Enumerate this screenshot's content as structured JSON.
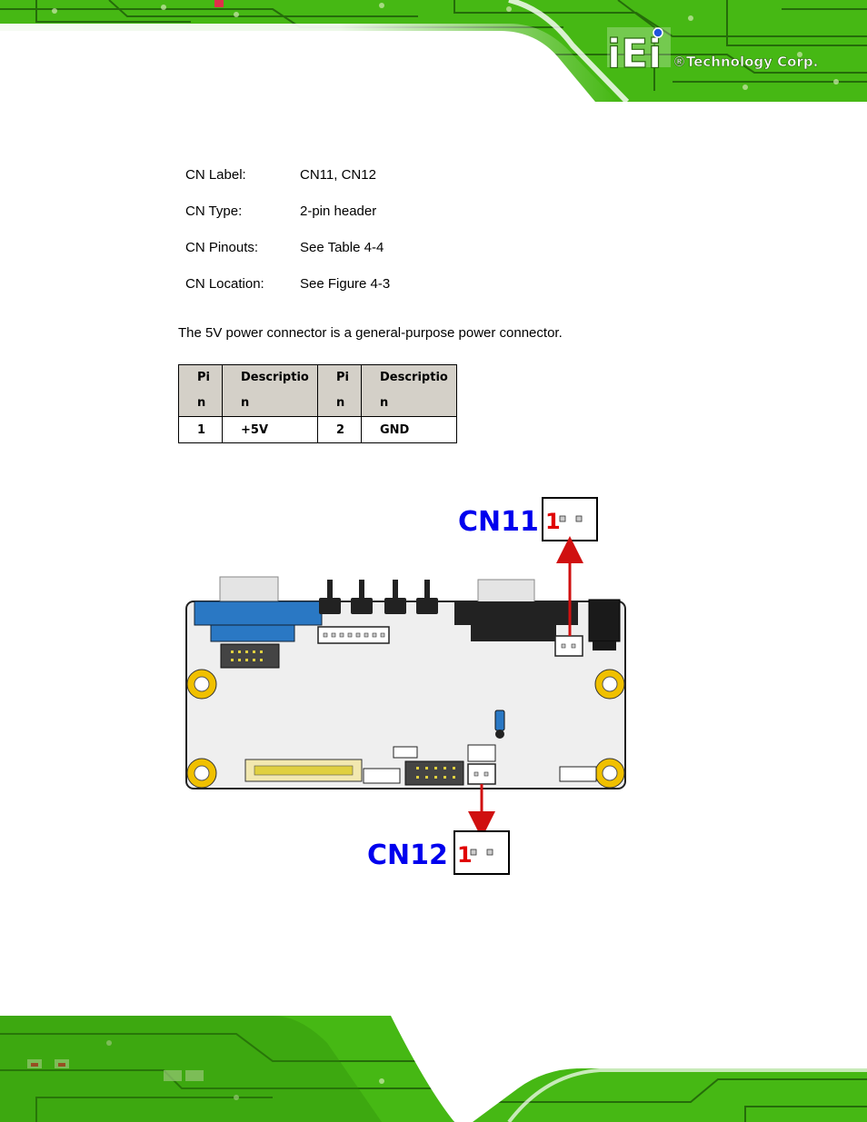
{
  "header": {
    "brand_mark": "iEi",
    "brand_text": "®Technology Corp."
  },
  "specs": [
    {
      "label": "CN Label:",
      "value": "CN11, CN12"
    },
    {
      "label": "CN Type:",
      "value": "2-pin header"
    },
    {
      "label": "CN Pinouts:",
      "value": "See Table 4-4"
    },
    {
      "label": "CN Location:",
      "value": "See Figure 4-3"
    }
  ],
  "intro": "The 5V power connector is a general-purpose power connector.",
  "pin_table": {
    "headers": [
      "Pin",
      "Description",
      "Pin",
      "Description"
    ],
    "rows": [
      [
        "1",
        "+5V",
        "2",
        "GND"
      ]
    ]
  },
  "figure": {
    "callouts": [
      {
        "label": "CN11",
        "pin": "1"
      },
      {
        "label": "CN12",
        "pin": "1"
      }
    ]
  },
  "colors": {
    "pcb_green": "#4ec21a",
    "pcb_dark": "#1f4f08",
    "callout_blue": "#0000ee",
    "callout_red": "#e00000",
    "vga_blue": "#2a78c4"
  }
}
